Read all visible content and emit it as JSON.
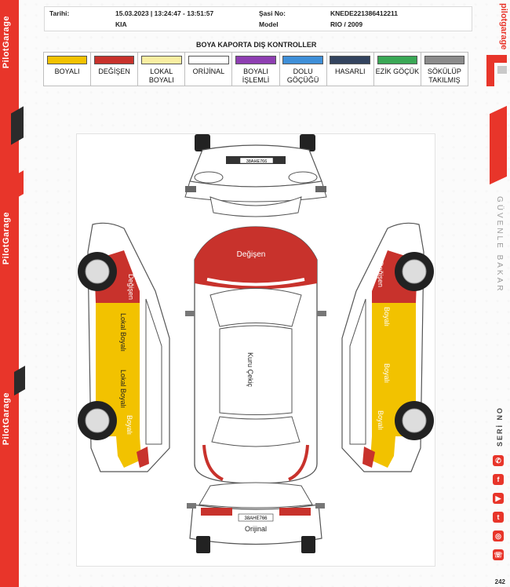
{
  "header": {
    "date_label": "Tarihi:",
    "date_value": "15.03.2023 | 13:24:47 - 13:51:57",
    "brand_value": "KIA",
    "chassis_label": "Şasi No:",
    "chassis_value": "KNEDE221386412211",
    "model_label": "Model",
    "model_value": "RIO / 2009"
  },
  "legend": {
    "title": "BOYA KAPORTA DIŞ KONTROLLER",
    "items": [
      {
        "label": "BOYALI",
        "color": "#f2c200"
      },
      {
        "label": "DEĞİŞEN",
        "color": "#c8322c"
      },
      {
        "label": "LOKAL BOYALI",
        "color": "#f9eea2"
      },
      {
        "label": "ORİJİNAL",
        "color": "#ffffff"
      },
      {
        "label": "BOYALI İŞLEMLİ",
        "color": "#8e3fb2"
      },
      {
        "label": "DOLU GÖÇÜĞÜ",
        "color": "#3f8fd8"
      },
      {
        "label": "HASARLI",
        "color": "#33445f"
      },
      {
        "label": "EZİK GÖÇÜK",
        "color": "#3aa856"
      },
      {
        "label": "SÖKÜLÜP TAKILMIŞ",
        "color": "#8b8b8b"
      }
    ]
  },
  "diagram": {
    "front_plate": "38AHE766",
    "rear_plate": "38AHE766",
    "hood_label": "Değişen",
    "roof_label": "Kuru Çekiç",
    "rear_label": "Orijinal",
    "left_side": {
      "front_fender": "Değişen",
      "front_door": "Lokal Boyalı",
      "rear_door": "Lokal Boyalı",
      "rear_fender": "Boyalı"
    },
    "right_side": {
      "front_fender": "Değişen",
      "front_door": "Boyalı",
      "rear_door": "Boyalı",
      "rear_fender": "Boyalı"
    }
  },
  "branding": {
    "brand": "PilotGarage",
    "brand_top": "pilotgarage",
    "tagline": "GÜVENLE BAKAR",
    "serial_label": "SERİ NO",
    "page_number": "242"
  },
  "colors": {
    "brand_red": "#e8352a",
    "changed_red": "#c8322c",
    "painted_yellow": "#f2c200"
  }
}
